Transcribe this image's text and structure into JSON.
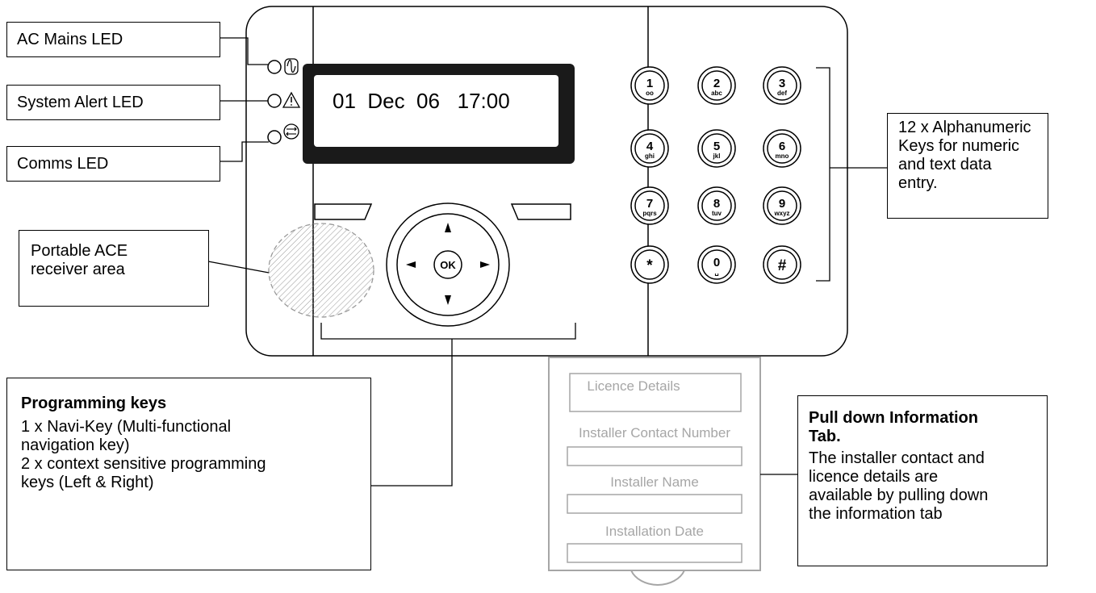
{
  "labels": {
    "ac_mains": "AC Mains LED",
    "system_alert": "System Alert LED",
    "comms": "Comms LED",
    "ace_receiver": [
      "Portable ACE",
      "receiver area"
    ],
    "alphanumeric": [
      "12 x Alphanumeric",
      "Keys for numeric",
      "and text data",
      "entry."
    ],
    "programming_title": "Programming keys",
    "programming_lines": [
      "1 x Navi-Key (Multi-functional",
      "navigation key)",
      "2 x context sensitive programming",
      "keys (Left & Right)"
    ],
    "info_tab_title": [
      "Pull down Information",
      "Tab."
    ],
    "info_tab_lines": [
      "The installer contact and",
      "licence details are",
      "available by pulling down",
      "the information tab"
    ]
  },
  "display": {
    "date_text": "01  Dec  06   17:00"
  },
  "navi_key": {
    "center_label": "OK",
    "up_icon": "arrow-up",
    "down_icon": "arrow-down",
    "left_icon": "arrow-left",
    "right_icon": "arrow-right"
  },
  "keypad": [
    {
      "main": "1",
      "sub": "oo"
    },
    {
      "main": "2",
      "sub": "abc"
    },
    {
      "main": "3",
      "sub": "def"
    },
    {
      "main": "4",
      "sub": "ghi"
    },
    {
      "main": "5",
      "sub": "jkl"
    },
    {
      "main": "6",
      "sub": "mno"
    },
    {
      "main": "7",
      "sub": "pqrs"
    },
    {
      "main": "8",
      "sub": "tuv"
    },
    {
      "main": "9",
      "sub": "wxyz"
    },
    {
      "main": "*",
      "sub": ""
    },
    {
      "main": "0",
      "sub": "␣"
    },
    {
      "main": "#",
      "sub": ""
    }
  ],
  "info_tab": {
    "licence_details": "Licence Details",
    "installer_contact_number": "Installer Contact Number",
    "installer_name": "Installer Name",
    "installation_date": "Installation Date"
  },
  "icons": {
    "ac_mains": "ac-sine-icon",
    "system_alert": "warning-triangle-icon",
    "comms": "comms-arrows-icon"
  },
  "colors": {
    "line": "#000000",
    "display_bezel": "#1a1a1a",
    "tab_gray": "#a6a6a6",
    "hatch": "#9a9a9a"
  }
}
